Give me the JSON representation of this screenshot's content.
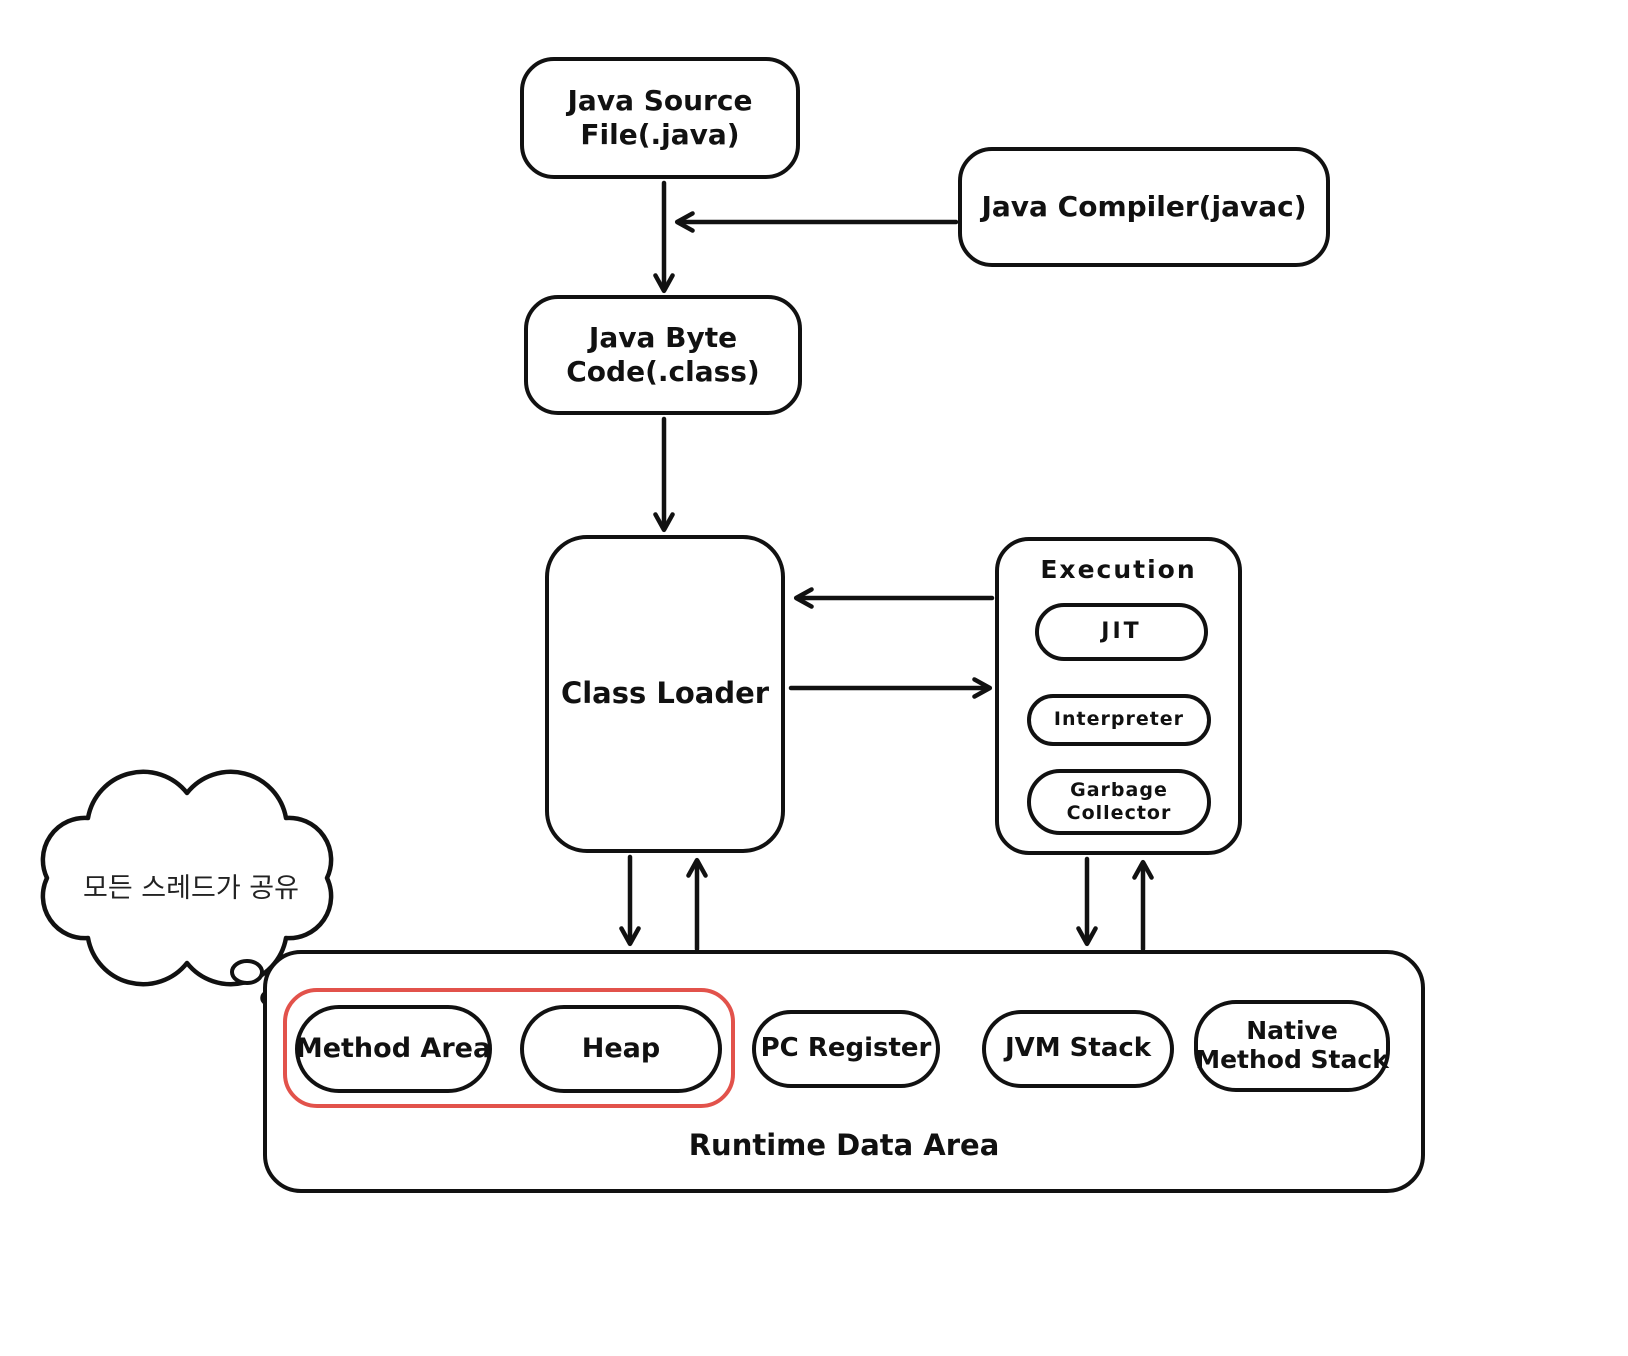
{
  "nodes": {
    "java_source": {
      "line1": "Java Source",
      "line2": "File(.java)"
    },
    "java_compiler": {
      "label": "Java Compiler(javac)"
    },
    "java_bytecode": {
      "line1": "Java Byte",
      "line2": "Code(.class)"
    },
    "class_loader": {
      "label": "Class Loader"
    },
    "execution": {
      "title": "Execution",
      "jit": "JIT",
      "interpreter": "Interpreter",
      "gc_line1": "Garbage",
      "gc_line2": "Collector"
    },
    "runtime": {
      "label": "Runtime Data Area",
      "method_area": "Method Area",
      "heap": "Heap",
      "pc_register": "PC Register",
      "jvm_stack": "JVM Stack",
      "native_line1": "Native",
      "native_line2": "Method Stack"
    }
  },
  "annotation": {
    "text": "모든 스레드가 공유"
  },
  "colors": {
    "stroke": "#111111",
    "highlight": "#e2524b",
    "background": "#ffffff"
  }
}
